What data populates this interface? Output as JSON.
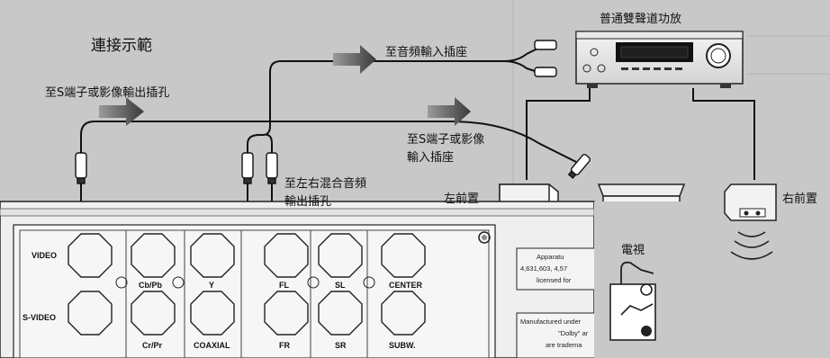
{
  "title": "連接示範",
  "amplifier": {
    "label": "普通雙聲道功放"
  },
  "labels": {
    "s_video_out": "至S端子或影像輸出插孔",
    "audio_in": "至音頻輸入插座",
    "s_video_in_line1": "至S端子或影像",
    "s_video_in_line2": "輸入插座",
    "mixed_audio_line1": "至左右混合音頻",
    "mixed_audio_line2": "輸出插孔",
    "front_left": "左前置",
    "front_right": "右前置",
    "tv": "電視"
  },
  "panel": {
    "video": "VIDEO",
    "s_video": "S-VIDEO",
    "cb_pb": "Cb/Pb",
    "y": "Y",
    "cr_pr": "Cr/Pr",
    "coaxial": "COAXIAL",
    "fl": "FL",
    "sl": "SL",
    "center": "CENTER",
    "fr": "FR",
    "sr": "SR",
    "subw": "SUBW."
  },
  "notices": {
    "box1_line1": "Apparatu",
    "box1_line2": "4,631,603, 4,57",
    "box1_line3": "licensed for",
    "box2_line1": "Manufactured under",
    "box2_line2": "\"Dolby\" ar",
    "box2_line3": "are tradema"
  }
}
